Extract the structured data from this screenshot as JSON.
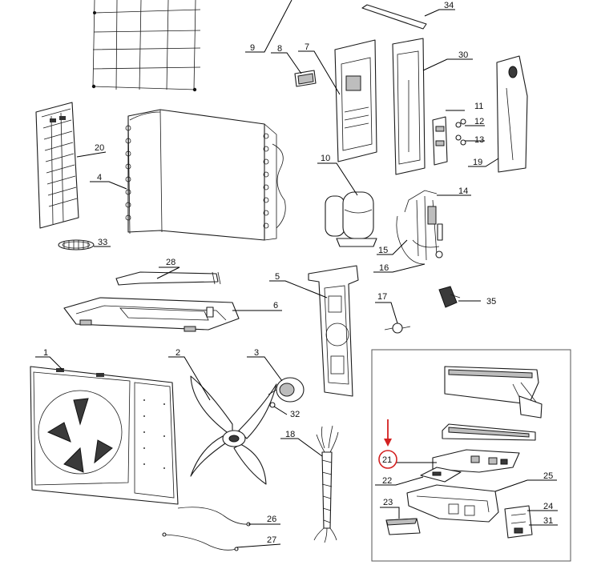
{
  "diagram": {
    "callouts": [
      "1",
      "2",
      "3",
      "4",
      "5",
      "6",
      "7",
      "8",
      "9",
      "10",
      "11",
      "12",
      "13",
      "14",
      "15",
      "16",
      "17",
      "18",
      "19",
      "20",
      "21",
      "22",
      "23",
      "24",
      "25",
      "26",
      "27",
      "28",
      "30",
      "31",
      "32",
      "33",
      "34",
      "35"
    ],
    "highlighted_callout": "21",
    "colors": {
      "line": "#1a1a1a",
      "highlight": "#d32020",
      "inset_border": "#555555"
    }
  }
}
